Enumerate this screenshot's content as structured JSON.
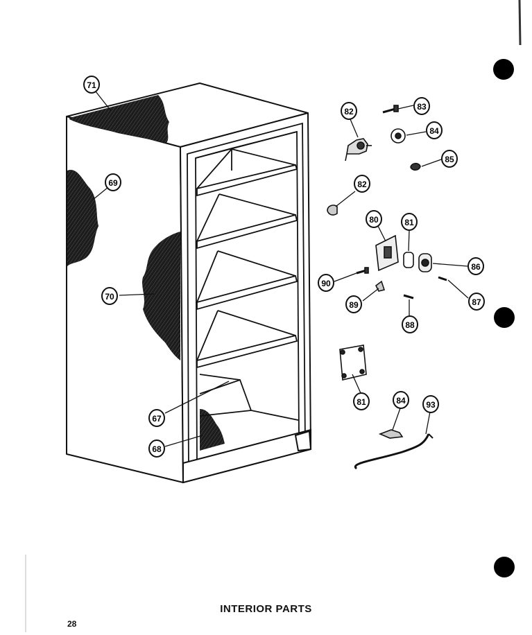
{
  "diagram": {
    "caption": "INTERIOR PARTS",
    "page_number": "28",
    "colors": {
      "ink": "#111111",
      "paper": "#ffffff",
      "insulation": "#1a1a1a"
    },
    "callouts": [
      {
        "id": "c71",
        "label": "71"
      },
      {
        "id": "c69",
        "label": "69"
      },
      {
        "id": "c70",
        "label": "70"
      },
      {
        "id": "c67",
        "label": "67"
      },
      {
        "id": "c68",
        "label": "68"
      },
      {
        "id": "c82a",
        "label": "82"
      },
      {
        "id": "c83",
        "label": "83"
      },
      {
        "id": "c84a",
        "label": "84"
      },
      {
        "id": "c85",
        "label": "85"
      },
      {
        "id": "c82b",
        "label": "82"
      },
      {
        "id": "c80",
        "label": "80"
      },
      {
        "id": "c81a",
        "label": "81"
      },
      {
        "id": "c86",
        "label": "86"
      },
      {
        "id": "c90",
        "label": "90"
      },
      {
        "id": "c87",
        "label": "87"
      },
      {
        "id": "c89",
        "label": "89"
      },
      {
        "id": "c88",
        "label": "88"
      },
      {
        "id": "c81b",
        "label": "81"
      },
      {
        "id": "c84b",
        "label": "84"
      },
      {
        "id": "c93",
        "label": "93"
      }
    ]
  }
}
